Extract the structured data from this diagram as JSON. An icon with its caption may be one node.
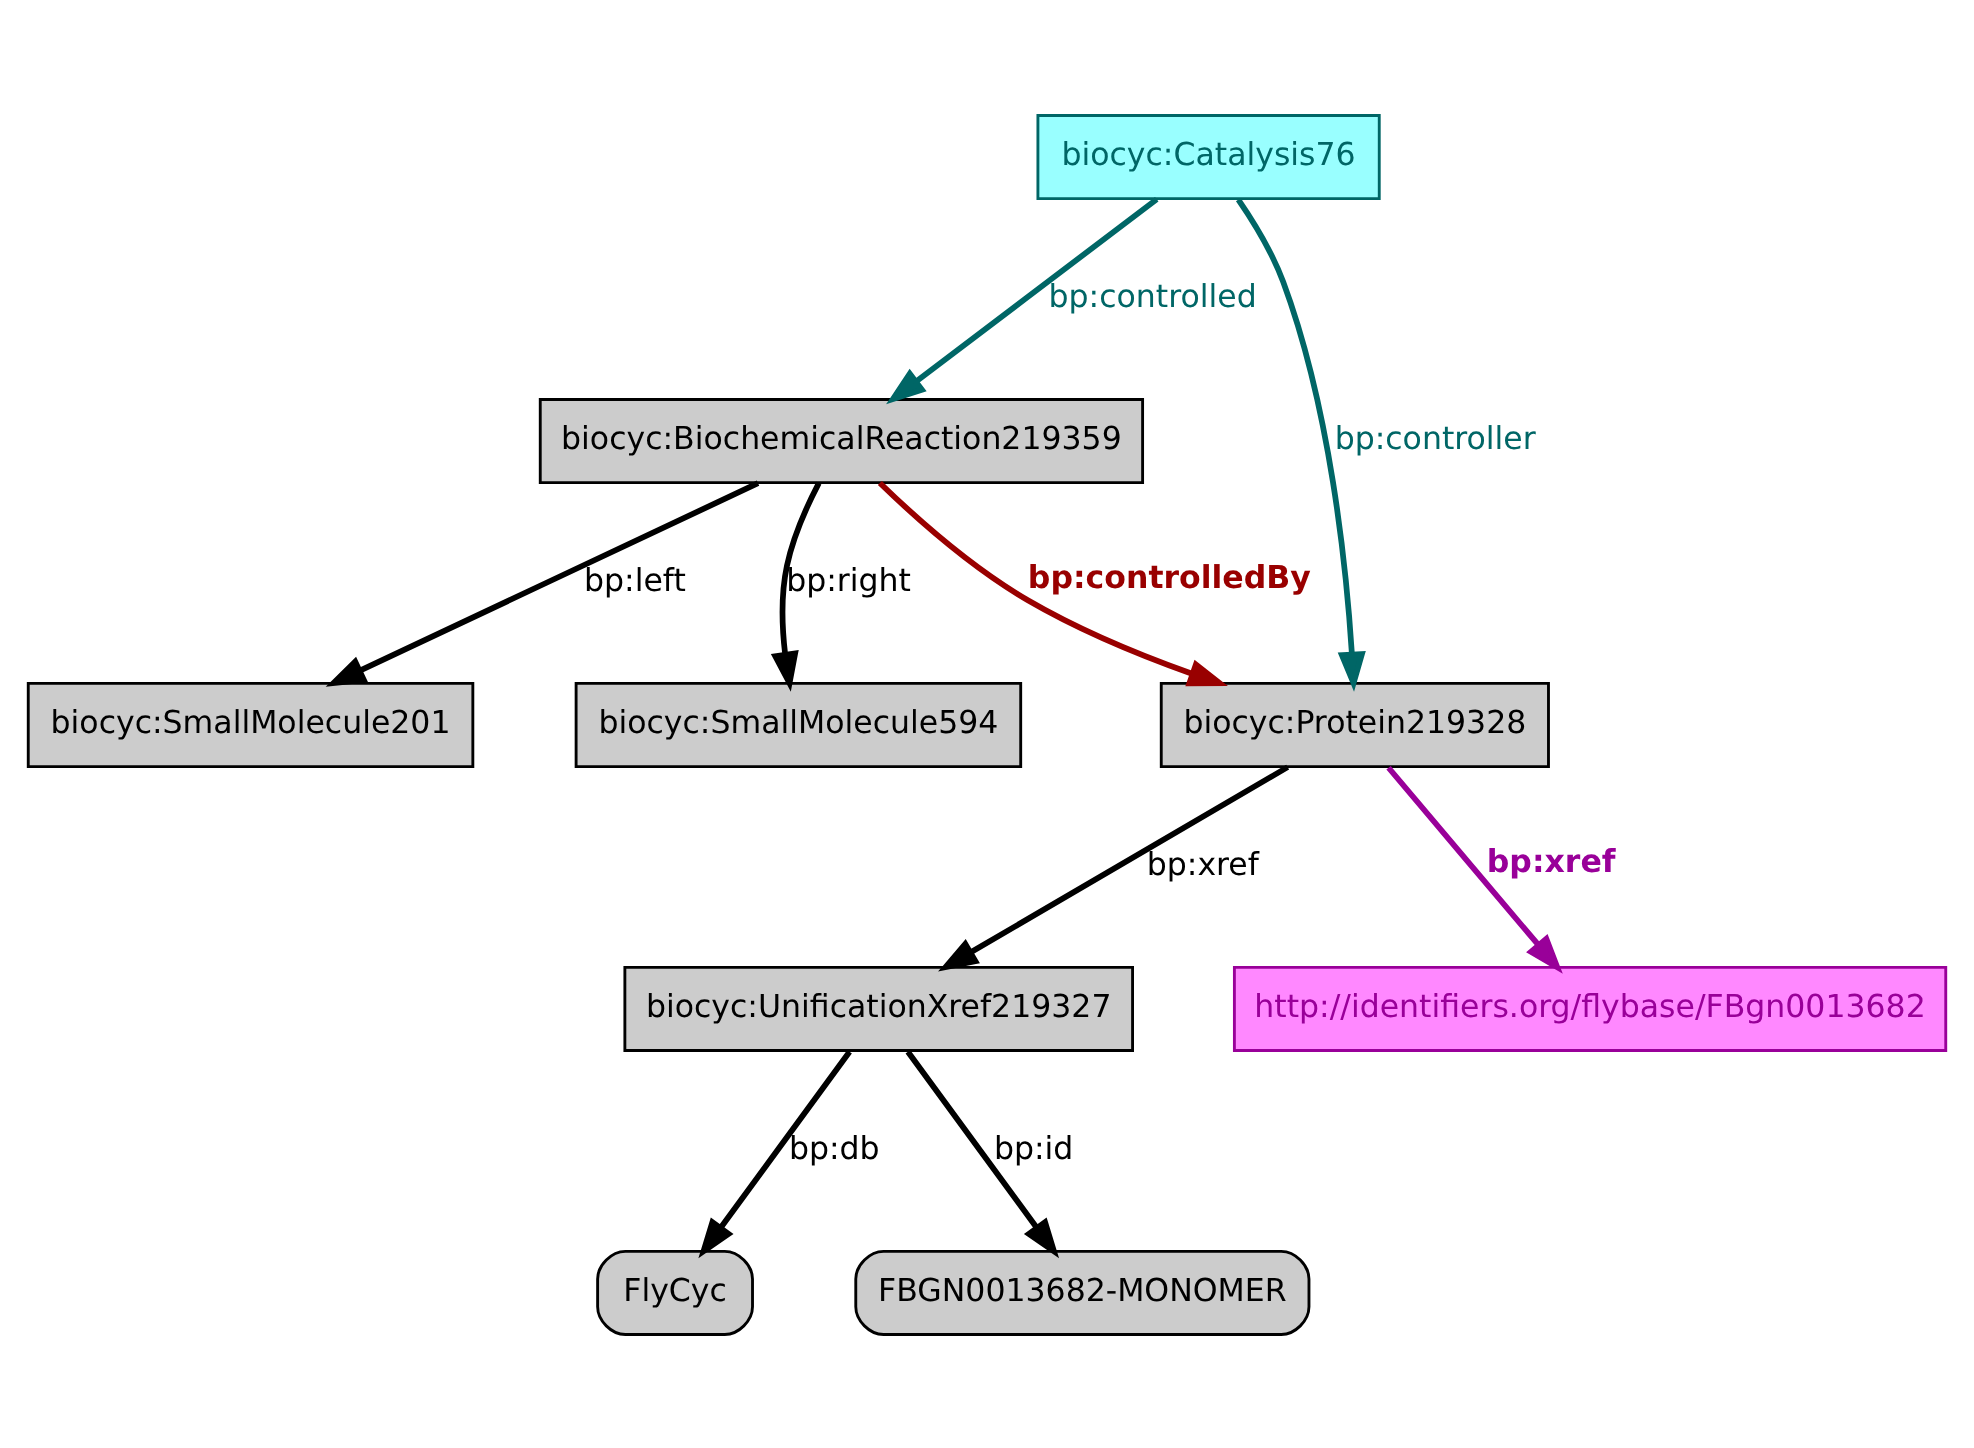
{
  "diagram": {
    "nodes": [
      {
        "text": [
          "biocyc:Catalysis76"
        ]
      },
      {
        "text": [
          "biocyc:BiochemicalReaction219359"
        ]
      },
      {
        "text": [
          "biocyc:SmallMolecule201"
        ]
      },
      {
        "text": [
          "biocyc:SmallMolecule594"
        ]
      },
      {
        "text": [
          "biocyc:Protein219328"
        ]
      },
      {
        "text": [
          "biocyc:UnificationXref219327"
        ]
      },
      {
        "text": [
          "http://identifiers.org/flybase/FBgn0013682"
        ]
      },
      {
        "text": [
          "FlyCyc"
        ]
      },
      {
        "text": [
          "FBGN0013682-MONOMER"
        ]
      }
    ],
    "edges": [
      {
        "from": 0,
        "to": 1,
        "arrow": "to",
        "label": "bp:controlled",
        "color": "#006666"
      },
      {
        "from": 0,
        "to": 4,
        "arrow": "to",
        "label": "bp:controller",
        "color": "#006666"
      },
      {
        "from": 1,
        "to": 2,
        "arrow": "to",
        "label": "bp:left"
      },
      {
        "from": 1,
        "to": 3,
        "arrow": "to",
        "label": "bp:right"
      },
      {
        "from": 1,
        "to": 4,
        "arrow": "to",
        "label": "bp:controlledBy",
        "color": "#990000"
      },
      {
        "from": 4,
        "to": 5,
        "arrow": "to",
        "label": "bp:xref"
      },
      {
        "from": 4,
        "to": 6,
        "arrow": "to",
        "label": "bp:xref",
        "color": "#990099"
      },
      {
        "from": 5,
        "to": 7,
        "arrow": "to",
        "label": "bp:db"
      },
      {
        "from": 5,
        "to": 8,
        "arrow": "to",
        "label": "bp:id"
      }
    ]
  }
}
